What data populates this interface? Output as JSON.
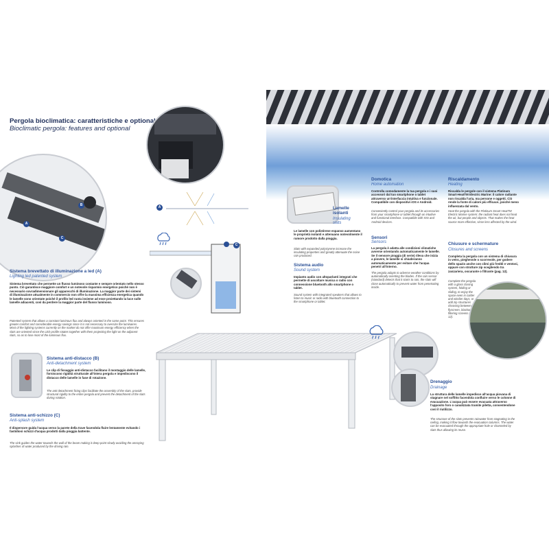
{
  "header": {
    "title_it": "Pergola bioclimatica: caratteristiche e optional",
    "title_en": "Bioclimatic pergola: features and optional"
  },
  "badges": {
    "a": "A",
    "b": "B",
    "c": "C"
  },
  "sections": {
    "led": {
      "title": "Sistema brevettato di illuminazione a led (A)",
      "subtitle": "Lighting led patented system",
      "text_it": "Sistema brevettato che permette un flusso luminoso costante e sempre orientato nello stesso punto. Ciò garantisce maggiore comfort e un notevole risparmio energetico poiché non è necessario sovradimensionare gli apparecchi di illuminazione. La maggior parte dei sistemi di illuminazione attualmente in commercio non offre la massima efficienza energetica quando le lamelle sono orientate poiché il profilo led ruota insieme ad esse proiettando la luce sulle lamelle adiacenti, così da perdere la maggior parte del flusso luminoso.",
      "text_en": "Patented system that allows a constant luminous flux and always oriented in the same point. This ensures greater comfort and considerable energy savings since it is not necessary to oversize the luminaires. Most of the lighting systems currently on the market do not offer maximum energy efficiency when the slats are oriented since the LED profile rotates together with them projecting the light on the adjacent slats, so as to lose most of the luminous flux."
    },
    "anti_detach": {
      "title": "Sistema anti-distacco (B)",
      "subtitle": "Anti-detachment system",
      "text_it": "Le clip di fissaggio anti-distacco facilitano il montaggio delle lamelle, forniscono rigidità strutturale all'intera pergola e impediscono il distacco delle lamelle in fase di rotazione.",
      "text_en": "The anti-detachment fixing clips facilitate the assembly of the slats, provide structural rigidity to the entire pergola and prevent the detachment of the slats during rotation."
    },
    "anti_splash": {
      "title": "Sistema anti-schizzo (C)",
      "subtitle": "Anti-splash system",
      "text_it": "Il dispersore guida l'acqua verso la parete della trave facendola fluire lentamente evitando i fastidiosi schizzi d'acqua prodotti dalla pioggia battente.",
      "text_en": "The sink guides the water towards the wall of the beam making it deep-point slowly avoiding the annoying splashes of water produced by the driving rain."
    },
    "insulating": {
      "title": "Lamelle isolanti",
      "subtitle": "Insulating slats",
      "text_it": "Le lamelle con polistirene espanso aumentano le proprietà isolanti e attenuano notevolmente il rumore prodotto dalla pioggia.",
      "text_en": "Slats with expanded polystyrene increase the insulating properties and greatly attenuate the noise rain produced."
    },
    "audio": {
      "title": "Sistema audio",
      "subtitle": "Sound system",
      "text_it": "Impianto audio con altoparlanti integrati che permette di ascoltare musica o radio con connessione bluetooth allo smartphone o tablet.",
      "text_en": "Sound system with integrated speakers that allows to listen to music or radio with bluetooth connection to the smartphone or tablet."
    },
    "domotics": {
      "title": "Domotica",
      "subtitle": "Home automation",
      "text_it": "Controlla comodamente la tua pergola e i suoi accessori dal tuo smartphone o tablet attraverso un'interfaccia intuitiva e funzionale. Compatibile con dispositivi iOS e Android.",
      "text_en": "Conveniently control your pergola and its accessories from your smartphone or tablet through an intuitive and functional interface. Compatible with IOS and Android devices."
    },
    "sensors": {
      "title": "Sensori",
      "subtitle": "Sensors",
      "text_it": "La pergola è adatta alle condizioni climatiche avverse orientando automaticamente le lamelle. Se il sensore pioggia (di serie) rileva che inizia a piovere, le lamelle si chiuderanno automaticamente per evitare che l'acqua penetri all'interno.",
      "text_en": "The pergola adapts to adverse weather conditions by automatically orienting the blades. If the rain sensor (standard) detects that it starts to rain, the slats will close automatically to prevent water from penetrating inside."
    },
    "heating": {
      "title": "Riscaldamento",
      "subtitle": "Heating",
      "text_it": "Riscalda le pergole con il sistema Platinum Smart-HeatTM Electric Marine: il calore radiante non riscalda l'aria, ma persone e oggetti. Ciò rende la fonte di calore più efficace, poiché meno influenzata dal vento.",
      "text_en": "Heat the pergola with the Platinum Smart-HeatTM Electric Marine system: the radiant heat does not heat the air, but people and objects. That makes the heat source more effective, since less affected by the wind."
    },
    "closures": {
      "title": "Chiusure e schermature",
      "subtitle": "Closures and screens",
      "text_it": "Completa la pergola con un sistema di chiusura in vetro, pieghevole o scorrevole, per godere dello spazio anche con climi più freddi e ventosi, oppure con strutture zip scegliendo tra zanzariera, oscurante o filtrante (pag. 12).",
      "text_en": "Complete the pergola with a glass closing system, folding or sliding, to enjoy the space even in colder and windier days, or add zip structures choosing between flyscreen, blackout or filtering screens (page 12)."
    },
    "drainage": {
      "title": "Drenaggio",
      "subtitle": "Drainage",
      "text_it": "La struttura delle lamelle impedisce all'acqua piovana di stagnare nel soffitto facendola confluire verso le colonne di evacuazione. L'acqua può essere evacuata attraverso l'apposito foro o canalizzata tramite piletta, consentendone così il riutilizzo.",
      "text_en": "The structure of the slats prevents rainwater from stagnating in the ceiling, making it flow towards the evacuation columns. The water can be evacuated through the appropriate hole or channeled by slats thus allowing its reuse."
    }
  }
}
